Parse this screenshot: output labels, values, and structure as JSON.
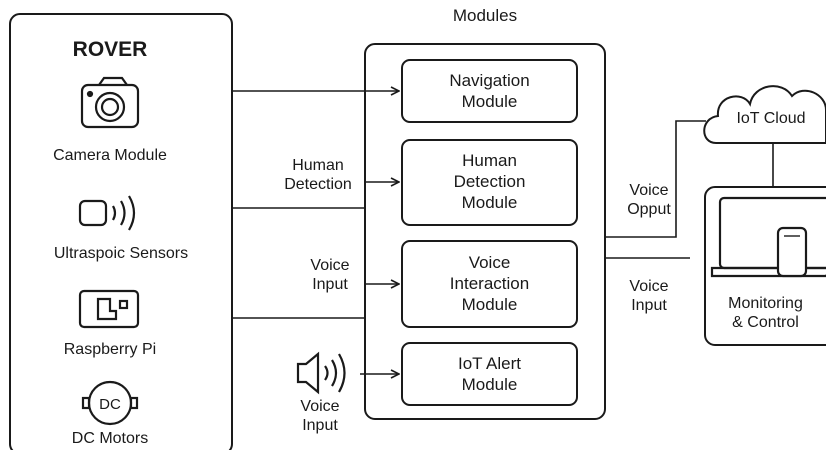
{
  "rover": {
    "title": "ROVER",
    "components": [
      {
        "label": "Camera Module",
        "icon": "camera-icon"
      },
      {
        "label": "Ultraspoic Sensors",
        "icon": "ultrasonic-sensor-icon"
      },
      {
        "label": "Raspberry Pi",
        "icon": "raspberry-pi-board-icon"
      },
      {
        "label": "DC Motors",
        "icon": "dc-motor-icon",
        "icon_text": "DC"
      }
    ]
  },
  "modules": {
    "title": "Modules",
    "items": [
      {
        "line1": "Navigation",
        "line2": "Module"
      },
      {
        "line1": "Human",
        "line2": "Detection",
        "line3": "Module"
      },
      {
        "line1": "Voice",
        "line2": "Interaction",
        "line3": "Module"
      },
      {
        "line1": "IoT Alert",
        "line2": "Module"
      }
    ]
  },
  "edge_labels": {
    "human_detection": [
      "Human",
      "Detection"
    ],
    "voice_input_1": [
      "Voice",
      "Input"
    ],
    "voice_input_2": [
      "Voice",
      "Input"
    ],
    "voice_output": [
      "Voice",
      "Opput"
    ],
    "voice_input_right": [
      "Voice",
      "Input"
    ]
  },
  "cloud": {
    "label": "IoT Cloud",
    "icon": "cloud-icon"
  },
  "monitor": {
    "line1": "Monitoring",
    "line2": "& Control",
    "icon": "laptop-with-phone-icon"
  },
  "speaker": {
    "icon": "speaker-icon"
  }
}
